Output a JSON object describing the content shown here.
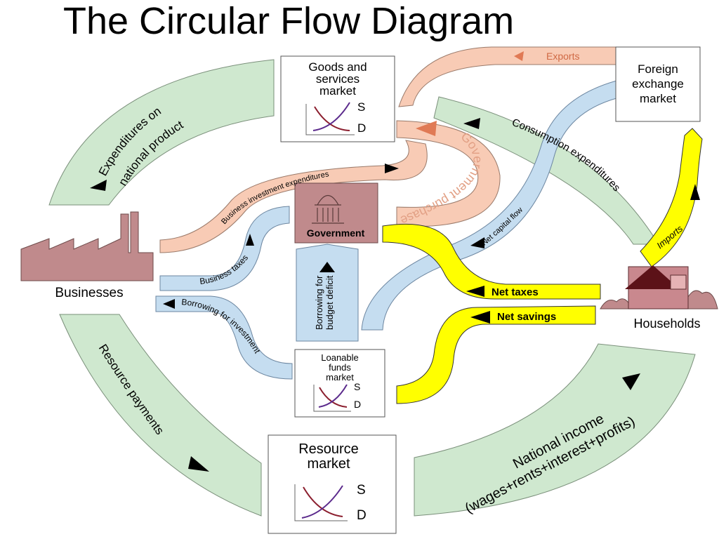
{
  "title": "The Circular Flow Diagram",
  "nodes": {
    "businesses": "Businesses",
    "households": "Households",
    "government": "Government",
    "goods_market": [
      "Goods and",
      "services",
      "market"
    ],
    "foreign_market": [
      "Foreign",
      "exchange",
      "market"
    ],
    "loanable_market": [
      "Loanable",
      "funds",
      "market"
    ],
    "resource_market": [
      "Resource",
      "market"
    ]
  },
  "curve_labels": {
    "supply": "S",
    "demand": "D"
  },
  "flows": {
    "expenditures": [
      "Expenditures on",
      "national product"
    ],
    "exports": "Exports",
    "consumption": "Consumption expenditures",
    "government_purchases": "Government purchases",
    "business_investment": "Business investment expenditures",
    "net_capital_flow": "Net capital flow",
    "business_taxes": "Business taxes",
    "borrowing_investment": "Borrowing for investment",
    "borrowing_deficit": [
      "Borrowing for",
      "budget deficit"
    ],
    "net_taxes": "Net taxes",
    "net_savings": "Net savings",
    "imports": "Imports",
    "resource_payments": "Resource payments",
    "national_income": [
      "National income",
      "(wages+rents+interest+profits)"
    ]
  },
  "colors": {
    "green": "#cfe8cf",
    "peach": "#f8cbb5",
    "blue": "#c5ddf0",
    "yellow": "#ffff00",
    "mauve": "#c08a8c"
  }
}
